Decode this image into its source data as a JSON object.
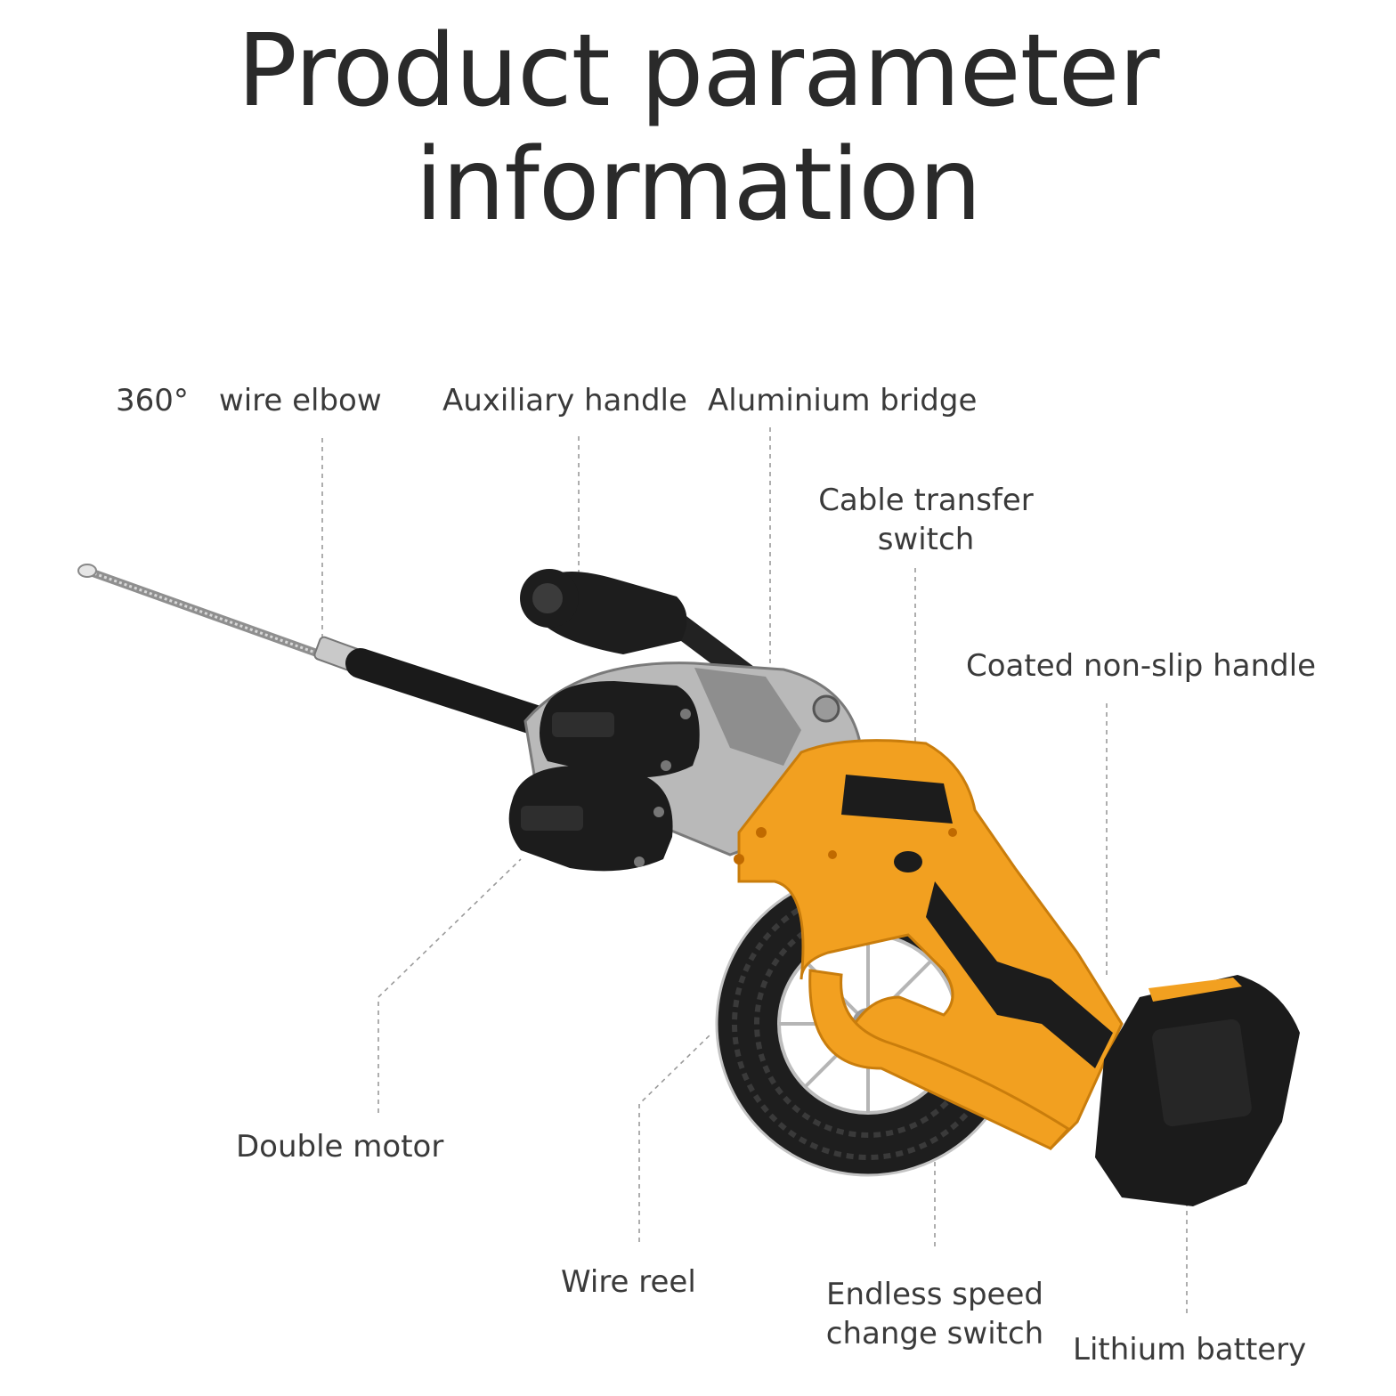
{
  "title": {
    "line1": "Product parameter",
    "line2": "information"
  },
  "labels": {
    "wire_elbow": "360°　wire elbow",
    "auxiliary_handle": "Auxiliary handle",
    "aluminium_bridge": "Aluminium bridge",
    "cable_transfer_switch_1": "Cable transfer",
    "cable_transfer_switch_2": "switch",
    "coated_handle": "Coated non-slip handle",
    "double_motor": "Double motor",
    "wire_reel": "Wire reel",
    "speed_switch_1": "Endless speed",
    "speed_switch_2": "change switch",
    "lithium_battery": "Lithium battery"
  },
  "colors": {
    "body_orange": "#f2a020",
    "motor_black": "#1c1c1c",
    "metal": "#b8b8b8",
    "text": "#3a3a3a"
  }
}
